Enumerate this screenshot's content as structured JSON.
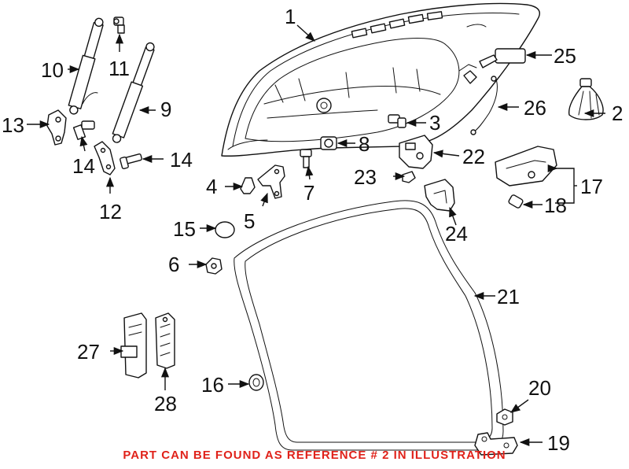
{
  "colors": {
    "line": "#111111",
    "background": "#ffffff",
    "footer_text": "#e0221a"
  },
  "callouts": {
    "c1": "1",
    "c2": "2",
    "c3": "3",
    "c4": "4",
    "c5": "5",
    "c6": "6",
    "c7": "7",
    "c8": "8",
    "c9": "9",
    "c10": "10",
    "c11": "11",
    "c12": "12",
    "c13": "13",
    "c14a": "14",
    "c14b": "14",
    "c15": "15",
    "c16": "16",
    "c17": "17",
    "c18": "18",
    "c19": "19",
    "c20": "20",
    "c21": "21",
    "c22": "22",
    "c23": "23",
    "c24": "24",
    "c25": "25",
    "c26": "26",
    "c27": "27",
    "c28": "28"
  },
  "footer": {
    "note": "PART CAN BE FOUND AS REFERENCE # 2 IN ILLUSTRATION"
  }
}
